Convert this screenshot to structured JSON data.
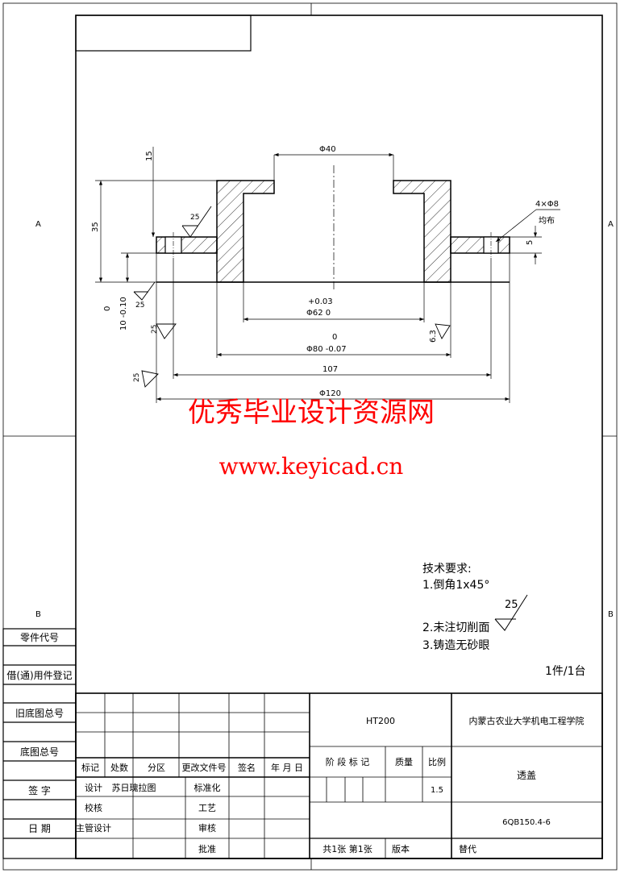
{
  "zone_labels": {
    "a_left": "A",
    "a_right": "A",
    "b_left": "B",
    "b_right": "B"
  },
  "side_panel": {
    "part_code": "零件代号",
    "borrowed": "借(通)用件登记",
    "old_base": "旧底图总号",
    "base": "底图总号",
    "sign": "签 字",
    "date": "日 期"
  },
  "dimensions": {
    "dim_15": "15",
    "dim_35": "35",
    "dim_40": "Φ40",
    "dim_5": "5",
    "holes": "4×Φ8",
    "holes_note": "均布",
    "tol_003": "+0.03",
    "dim_62": "Φ62  0",
    "tol_0": "0",
    "dim_80": "Φ80 -0.07",
    "dim_107": "107",
    "dim_120": "Φ120",
    "dim_10_top": "0",
    "dim_10": "10 -0.10",
    "dim_63": "6.3"
  },
  "roughness": {
    "r1": "25",
    "r2": "25",
    "r3": "25",
    "r4": "25"
  },
  "watermark": {
    "line1": "优秀毕业设计资源网",
    "line2": "www.keyicad.cn"
  },
  "tech": {
    "heading": "技术要求:",
    "item1": "1.倒角1x45°",
    "item2": "2.未注切削面",
    "item3": "3.铸造无砂眼",
    "roughness": "25"
  },
  "quantity": "1件/1台",
  "title_block": {
    "material": "HT200",
    "school": "内蒙古农业大学机电工程学院",
    "part_name": "透盖",
    "drawing_no": "6QB150.4-6",
    "scale": "1.5",
    "col_mark": "标记",
    "col_count": "处数",
    "col_zone": "分区",
    "col_doc": "更改文件号",
    "col_sign": "签名",
    "col_date": "年 月 日",
    "stage": "阶 段 标 记",
    "mass": "质量",
    "ratio": "比例",
    "design": "设计",
    "designer": "苏日瑰拉图",
    "standard": "标准化",
    "check": "校核",
    "process": "工艺",
    "chief": "主管设计",
    "review": "审核",
    "approve": "批准",
    "sheets": "共1张  第1张",
    "version": "版本",
    "replace": "替代"
  }
}
